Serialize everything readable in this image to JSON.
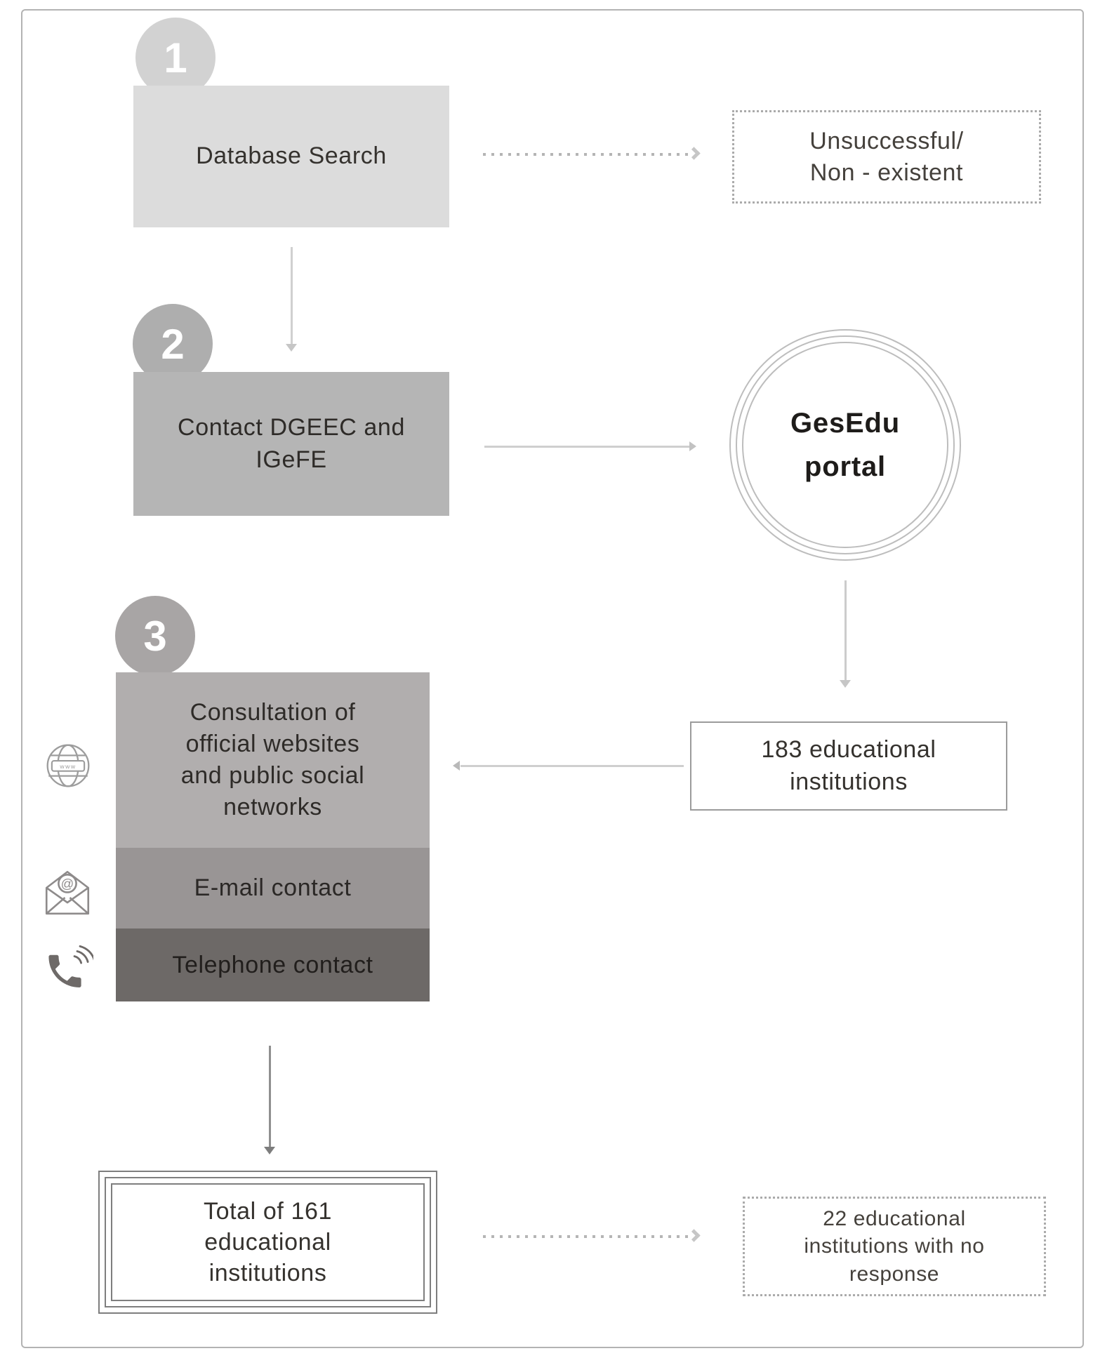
{
  "figure": {
    "type": "flowchart",
    "description": "Three-step data collection flowchart for contacting educational institutions"
  },
  "colors": {
    "step1_bg": "#dcdcdc",
    "step2_bg": "#b5b5b5",
    "method_web_bg": "#b1aeae",
    "method_email_bg": "#999595",
    "method_phone_bg": "#6d6967",
    "badge_text": "#ffffff",
    "ring_border": "#bdbdbd",
    "dotted_border": "#ababab",
    "solid_border": "#9b9b9b",
    "total_border": "#7e7e7e",
    "arrow_light": "#cfcfcf",
    "arrow_dark": "#8f8f8f"
  },
  "step1": {
    "badge": "1",
    "label": "Database Search"
  },
  "outcome_unsuccessful": {
    "lines": [
      "Unsuccessful/",
      "Non - existent"
    ]
  },
  "step2": {
    "badge": "2",
    "lines": [
      "Contact DGEEC and",
      "IGeFE"
    ]
  },
  "portal": {
    "lines": [
      "GesEdu",
      "portal"
    ]
  },
  "institutions_found": {
    "lines": [
      "183 educational",
      "institutions"
    ]
  },
  "step3": {
    "badge": "3",
    "web": {
      "icon": "www-globe-icon",
      "icon_text": "www",
      "lines": [
        "Consultation of",
        "official websites",
        "and public social",
        "networks"
      ]
    },
    "email": {
      "icon": "email-icon",
      "icon_text": "@",
      "label": "E-mail contact"
    },
    "phone": {
      "icon": "telephone-icon",
      "label": "Telephone contact"
    }
  },
  "total": {
    "lines": [
      "Total of 161",
      "educational",
      "institutions"
    ]
  },
  "no_response": {
    "lines": [
      "22 educational",
      "institutions with no",
      "response"
    ]
  }
}
